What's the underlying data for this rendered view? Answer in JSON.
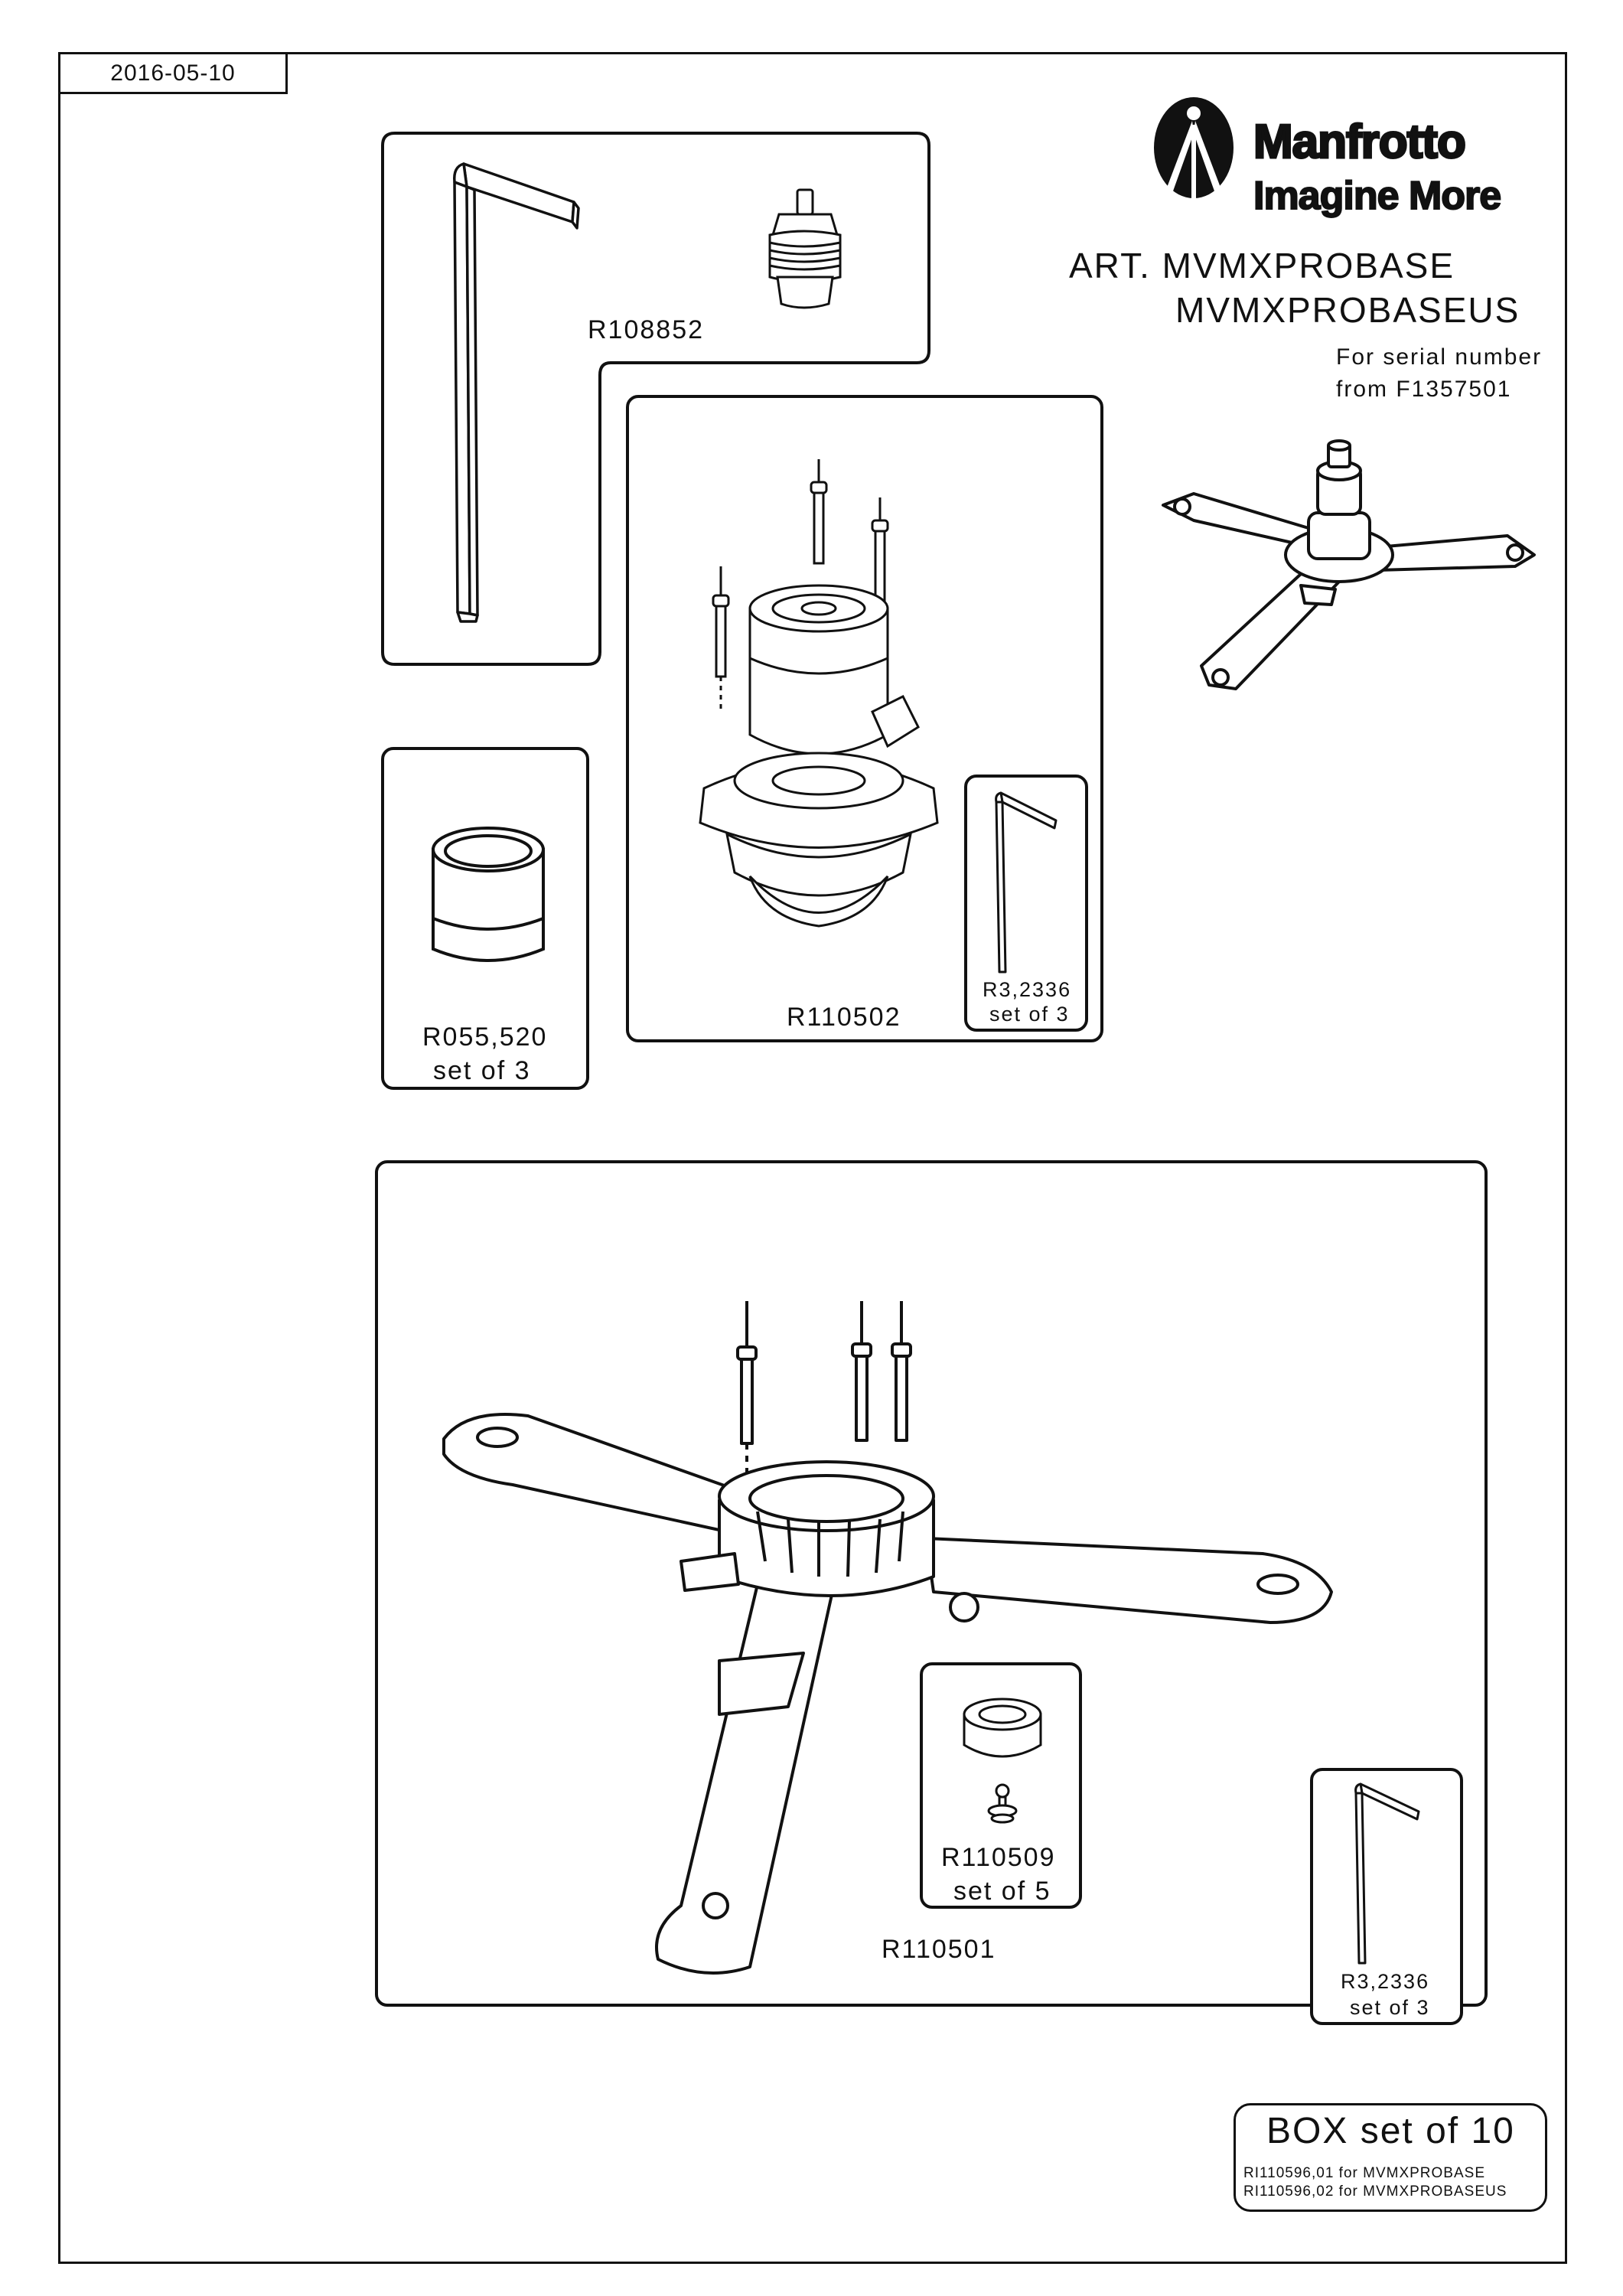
{
  "header": {
    "date": "2016-05-10",
    "brand": "Manfrotto",
    "tagline": "Imagine More",
    "art_line1": "ART. MVMXPROBASE",
    "art_line2": "MVMXPROBASEUS",
    "serial_line1": "For serial number",
    "serial_line2": "from F1357501"
  },
  "parts": {
    "hex_key_large": {
      "code": "R108852"
    },
    "foot": {
      "code": "R055,520",
      "qty": "set of 3"
    },
    "head_assembly": {
      "code": "R110502"
    },
    "hex_key_small_upper": {
      "code": "R3,2336",
      "qty": "set of 3"
    },
    "base_assembly": {
      "code": "R110501"
    },
    "adapter": {
      "code": "R110509",
      "qty": "set of 5"
    },
    "hex_key_small_lower": {
      "code": "R3,2336",
      "qty": "set of 3"
    }
  },
  "box_set": {
    "title": "BOX set of 10",
    "ref1": "RI110596,01 for MVMXPROBASE",
    "ref2": "RI110596,02 for MVMXPROBASEUS"
  }
}
